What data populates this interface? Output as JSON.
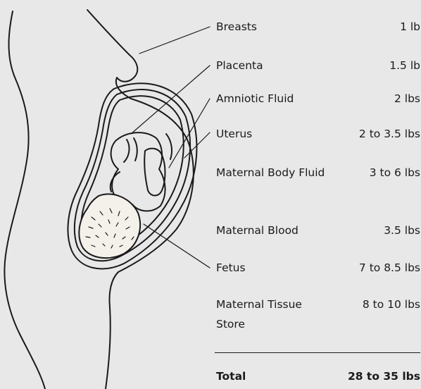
{
  "items": [
    {
      "label": "Breasts",
      "value": "1 lb"
    },
    {
      "label": "Placenta",
      "value": "1.5 lb"
    },
    {
      "label": "Amniotic Fluid",
      "value": "2 lbs"
    },
    {
      "label": "Uterus",
      "value": "2 to 3.5 lbs"
    },
    {
      "label": "Maternal Body Fluid",
      "value": "3 to 6 lbs"
    },
    {
      "label": "Maternal Blood",
      "value": "3.5 lbs"
    },
    {
      "label": "Fetus",
      "value": "7 to 8.5 lbs"
    },
    {
      "label": "Maternal Tissue Store",
      "value": "8 to 10 lbs"
    }
  ],
  "total": {
    "label": "Total",
    "value": "28 to 35 lbs"
  },
  "colors": {
    "background": "#e8e8e8",
    "ink": "#1a1a1a",
    "fetus_fill": "#f4f1ea"
  }
}
